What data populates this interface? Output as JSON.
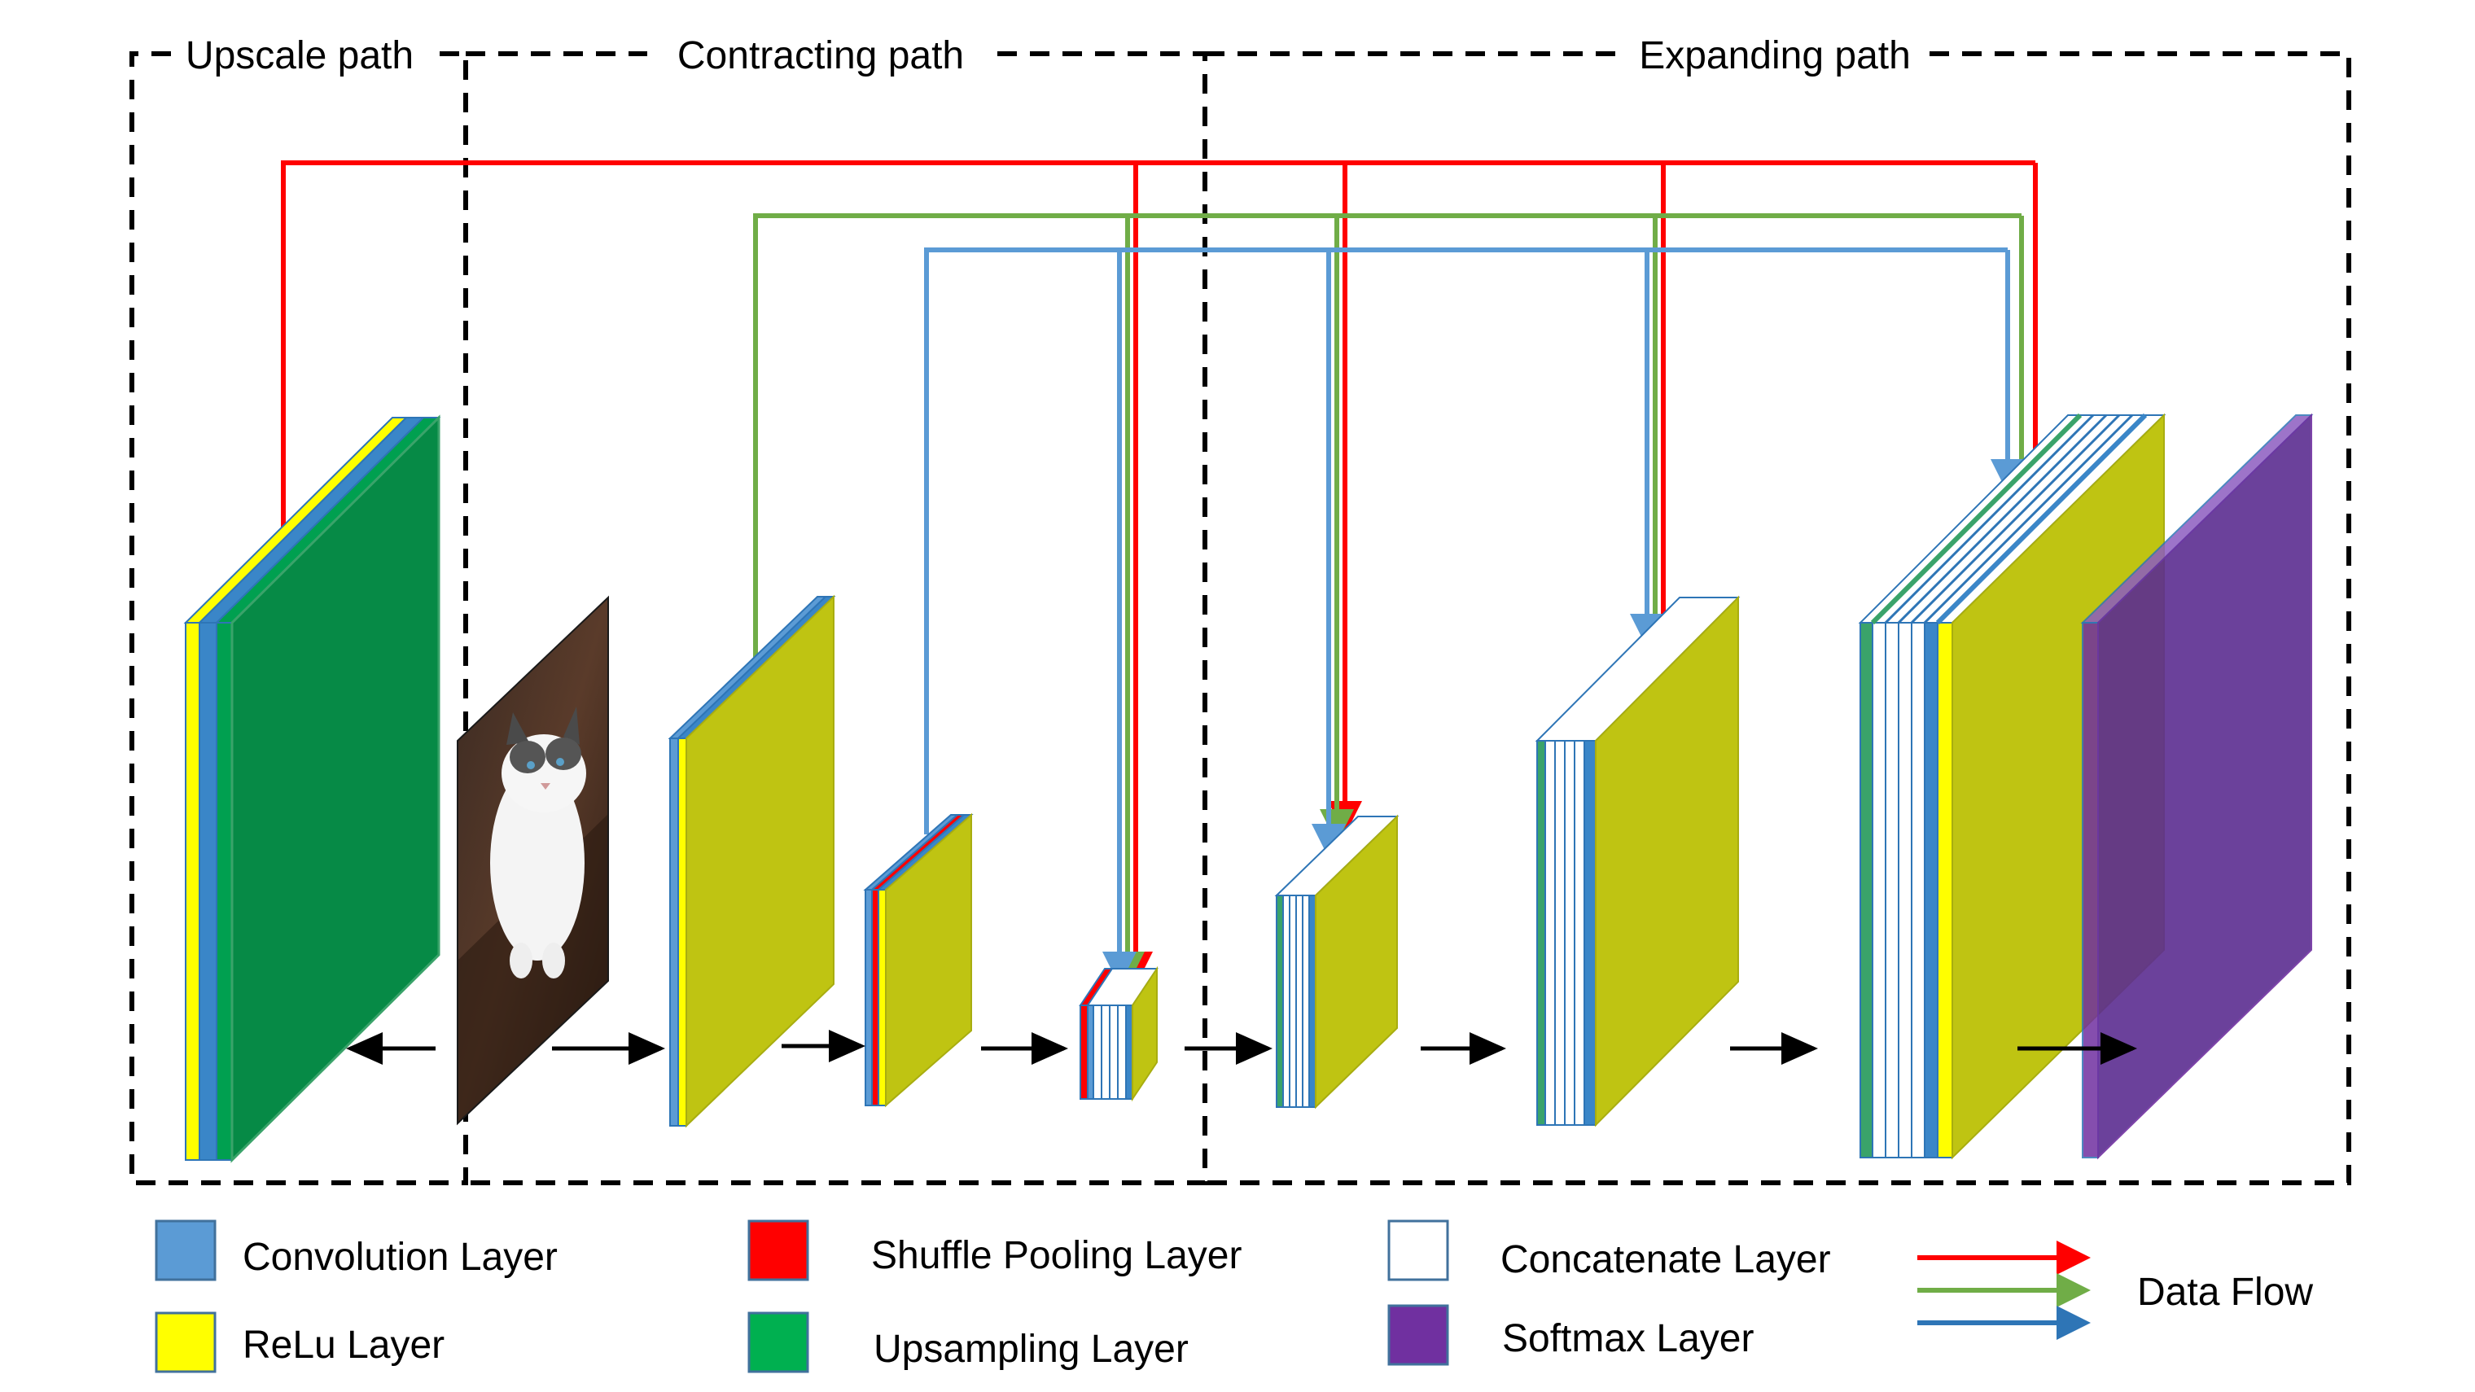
{
  "regions": {
    "upscale": "Upscale path",
    "contracting": "Contracting path",
    "expanding": "Expanding path"
  },
  "legend": {
    "convolution": "Convolution Layer",
    "relu": "ReLu Layer",
    "shuffle_pooling": "Shuffle Pooling Layer",
    "upsampling": "Upsampling Layer",
    "concatenate": "Concatenate Layer",
    "softmax": "Softmax Layer",
    "data_flow": "Data Flow"
  },
  "colors": {
    "convolution": "#5b9bd5",
    "relu": "#ffff00",
    "shuffle_pooling": "#ff0000",
    "upsampling": "#00a050",
    "concatenate": "#ffffff",
    "softmax": "#7030a0",
    "yellow_green": "#bfc412",
    "flow_red": "#ff0000",
    "flow_green": "#70ad47",
    "flow_blue": "#5b9bd5"
  },
  "input_image": "cat-photo"
}
